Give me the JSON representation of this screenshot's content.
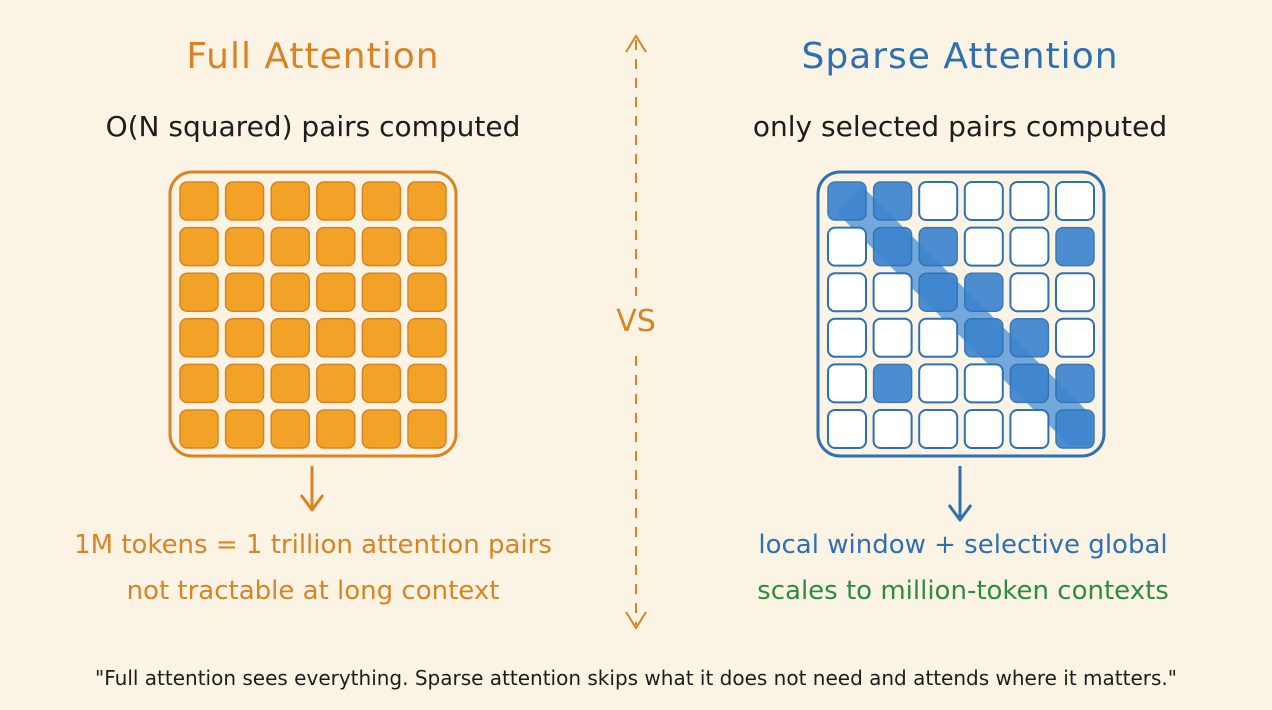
{
  "colors": {
    "background": "#fbf4e4",
    "full_accent": "#d98324",
    "full_cell": "#f2a227",
    "sparse_accent": "#2f6fb3",
    "sparse_cell": "#3d85cf",
    "sparse_band": "#5a9ad8",
    "green_text": "#2e8b45",
    "body_text": "#1d1d1d"
  },
  "left": {
    "title": "Full Attention",
    "subtitle": "O(N squared) pairs computed",
    "note_1": "1M tokens = 1 trillion attention pairs",
    "note_2": "not tractable at long context",
    "grid": {
      "rows": 6,
      "cols": 6,
      "filled": [
        [
          1,
          1,
          1,
          1,
          1,
          1
        ],
        [
          1,
          1,
          1,
          1,
          1,
          1
        ],
        [
          1,
          1,
          1,
          1,
          1,
          1
        ],
        [
          1,
          1,
          1,
          1,
          1,
          1
        ],
        [
          1,
          1,
          1,
          1,
          1,
          1
        ],
        [
          1,
          1,
          1,
          1,
          1,
          1
        ]
      ]
    }
  },
  "divider": {
    "label": "VS"
  },
  "right": {
    "title": "Sparse Attention",
    "subtitle": "only selected pairs computed",
    "note_1": "local window + selective global",
    "note_2": "scales to million-token contexts",
    "grid": {
      "rows": 6,
      "cols": 6,
      "filled": [
        [
          1,
          1,
          0,
          0,
          0,
          0
        ],
        [
          0,
          1,
          1,
          0,
          0,
          1
        ],
        [
          0,
          0,
          1,
          1,
          0,
          0
        ],
        [
          0,
          0,
          0,
          1,
          1,
          0
        ],
        [
          0,
          1,
          0,
          0,
          1,
          1
        ],
        [
          0,
          0,
          0,
          0,
          0,
          1
        ]
      ]
    }
  },
  "footer": {
    "quote": "\"Full attention sees everything. Sparse attention skips what it does not need and attends where it matters.\""
  }
}
